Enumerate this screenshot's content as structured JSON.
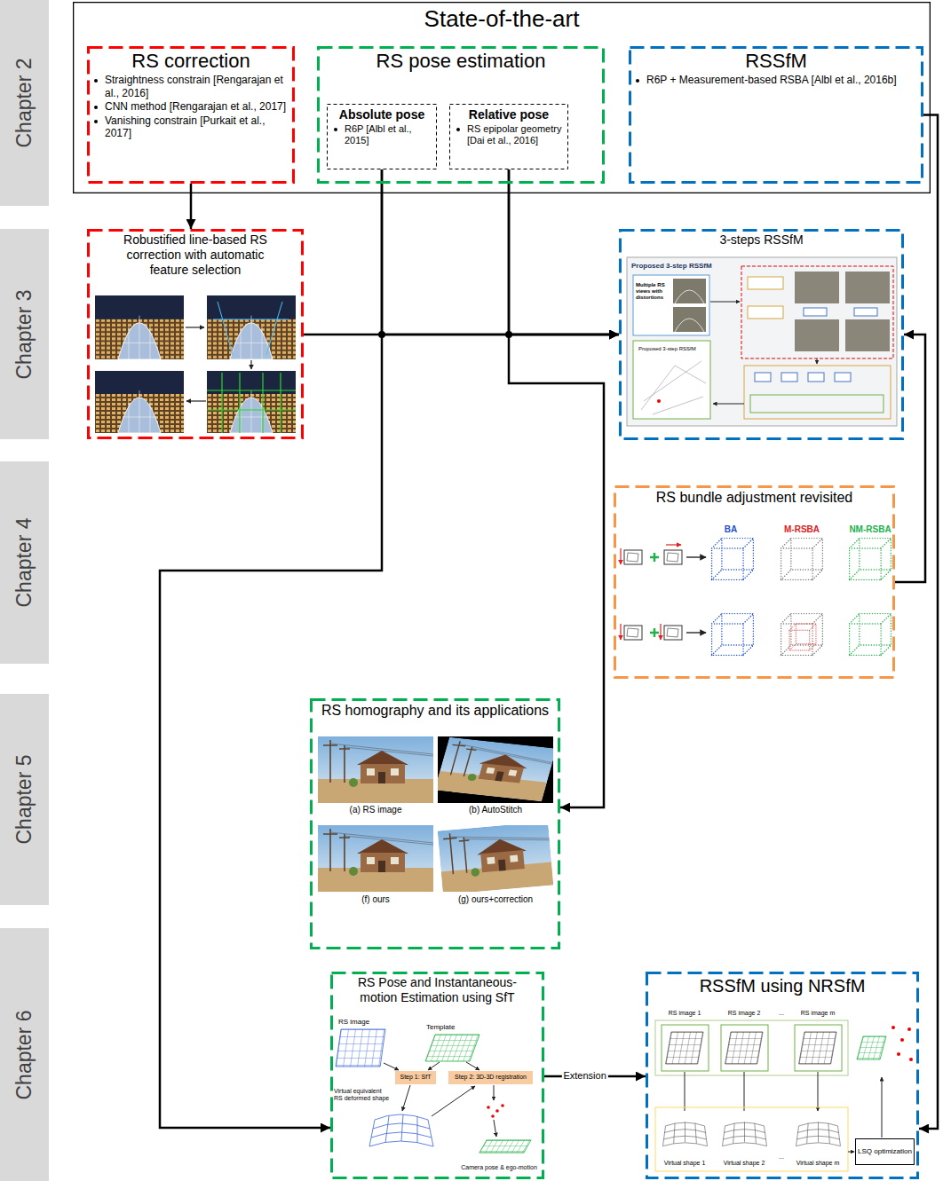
{
  "diagram": {
    "nodes": [
      {
        "text": [
          "Chapter 2"
        ]
      },
      {
        "text": [
          "State-of-the-art"
        ]
      },
      {
        "text": [
          "RS correction",
          "Straightness constrain [Rengarajan et al., 2016]",
          "CNN method [Rengarajan et al., 2017]",
          "Vanishing constrain [Purkait et al., 2017]"
        ],
        "in": 1
      },
      {
        "text": [
          "RS pose estimation"
        ],
        "in": 1
      },
      {
        "text": [
          "Absolute pose",
          "R6P [Albl et al., 2015]"
        ],
        "in": 3
      },
      {
        "text": [
          "Relative pose",
          "RS epipolar geometry [Dai et al., 2016]"
        ],
        "in": 3
      },
      {
        "text": [
          "RSSfM",
          "R6P + Measurement-based RSBA [Albl et al., 2016b]"
        ],
        "in": 1
      },
      {
        "text": [
          "Chapter 3"
        ]
      },
      {
        "text": [
          "Robustified line-based RS correction with automatic feature selection"
        ]
      },
      {
        "text": [
          "3-steps RSSfM"
        ]
      },
      {
        "text": [
          "Chapter 4"
        ]
      },
      {
        "text": [
          "RS bundle adjustment revisited"
        ]
      },
      {
        "text": [
          "Chapter 5"
        ]
      },
      {
        "text": [
          "RS homography and its applications"
        ]
      },
      {
        "text": [
          "Chapter 6"
        ]
      },
      {
        "text": [
          "RS Pose and Instantaneous-motion Estimation using SfT"
        ]
      },
      {
        "text": [
          "Step 1: SfT"
        ],
        "in": 15
      },
      {
        "text": [
          "Step 2: 3D-3D registration"
        ],
        "in": 15
      },
      {
        "text": [
          "RSSfM using NRSfM"
        ]
      },
      {
        "text": [
          "LSQ optimization"
        ],
        "in": 18
      }
    ],
    "edges": [
      {
        "from": 2,
        "to": 8,
        "arrow": "to"
      },
      {
        "from": 8,
        "to": 9,
        "arrow": "to"
      },
      {
        "from": 4,
        "to": 9,
        "arrow": "to"
      },
      {
        "from": 5,
        "to": 9,
        "arrow": "to"
      },
      {
        "from": 11,
        "to": 9,
        "arrow": "to"
      },
      {
        "from": 6,
        "to": 18,
        "arrow": "to"
      },
      {
        "from": 4,
        "to": 15,
        "arrow": "to"
      },
      {
        "from": 5,
        "to": 13,
        "arrow": "to"
      },
      {
        "from": 15,
        "to": 18,
        "label": "Extension",
        "arrow": "to"
      }
    ],
    "labels": [
      "Proposed 3-step RSSfM",
      "Multiple RS views with distortions",
      "Proposed 3-step RSSfM",
      "BA",
      "M-RSBA",
      "NM-RSBA",
      "(a) RS image",
      "(b) AutoStitch",
      "(f) ours",
      "(g) ours+correction",
      "RS image",
      "Template",
      "Virtual equivalent RS deformed shape",
      "Camera pose & ego-motion",
      "RS image 1",
      "RS image 2",
      "...",
      "RS image m",
      "Virtual shape 1",
      "Virtual shape 2",
      "...",
      "Virtual shape m"
    ]
  }
}
